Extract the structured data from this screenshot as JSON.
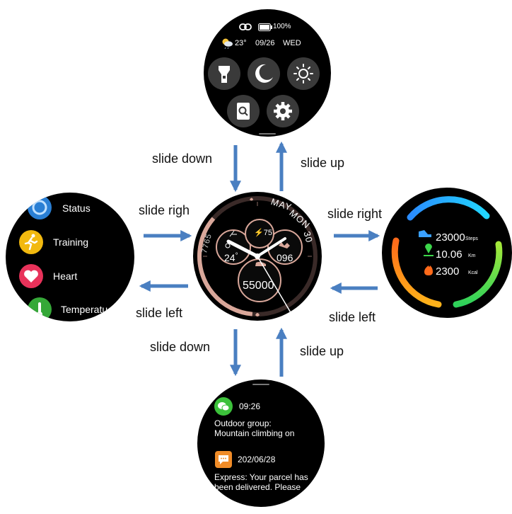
{
  "labels": {
    "top_left": "slide down",
    "top_right": "slide up",
    "left_top": "slide righ",
    "left_bottom": "slide left",
    "right_top": "slide right",
    "right_bottom": "slide left",
    "bottom_left": "slide down",
    "bottom_right": "slide up"
  },
  "top_watch": {
    "battery": "100%",
    "temperature": "23°",
    "date": "09/26",
    "weekday": "WED",
    "icons": [
      "flashlight-icon",
      "moon-icon",
      "brightness-icon",
      "find-phone-icon",
      "settings-icon"
    ]
  },
  "left_watch": {
    "items": [
      {
        "label": "Status",
        "color": "#2a7fd4",
        "icon": "status-icon"
      },
      {
        "label": "Training",
        "color": "#f2b90f",
        "icon": "running-icon"
      },
      {
        "label": "Heart",
        "color": "#e8325a",
        "icon": "heart-icon"
      },
      {
        "label": "Temperatu",
        "color": "#35a838",
        "icon": "thermometer-icon"
      }
    ]
  },
  "center_watch": {
    "month": "MAY",
    "weekday": "MON",
    "day": "30",
    "left_number": "7765",
    "power": "75",
    "temperature": "24",
    "temp_unit": "°",
    "heart": "096",
    "steps": "55000"
  },
  "right_watch": {
    "steps": {
      "value": "23000",
      "unit": "Steps"
    },
    "distance": {
      "value": "10.06",
      "unit": "Km"
    },
    "calories": {
      "value": "2300",
      "unit": "Kcal"
    }
  },
  "bottom_watch": {
    "messages": [
      {
        "time": "09:26",
        "text1": "Outdoor group:",
        "text2": "Mountain climbing on",
        "color": "#3cc13b"
      },
      {
        "time": "202/06/28",
        "text1": "Express: Your parcel has",
        "text2": "been delivered. Please",
        "color": "#f08c28"
      }
    ]
  },
  "colors": {
    "arrow": "#4a7fc1",
    "rose_gold": "#d9a79a"
  }
}
